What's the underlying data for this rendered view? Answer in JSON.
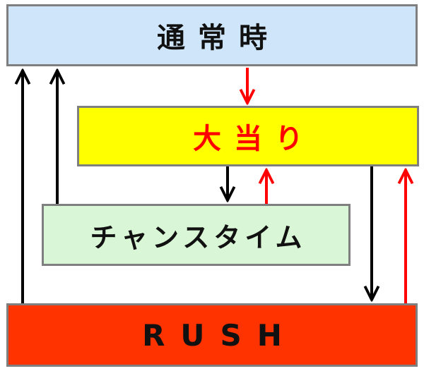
{
  "boxes": {
    "normal": "通常時",
    "hit": "大当り",
    "chance": "チャンスタイム",
    "rush": "RUSH"
  },
  "colors": {
    "normal_fill": "#cfe6fa",
    "hit_fill": "#ffff00",
    "hit_text": "#ff0000",
    "chance_fill": "#d9f7d6",
    "rush_fill": "#ff3300",
    "arrow_black": "#000000",
    "arrow_red": "#ff0000"
  }
}
